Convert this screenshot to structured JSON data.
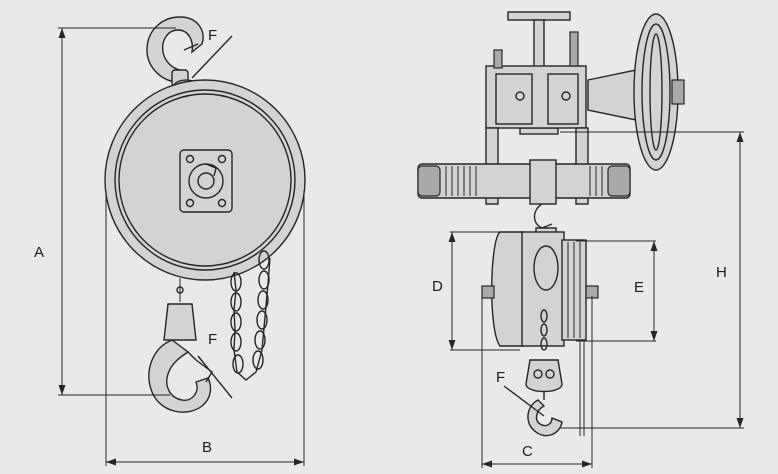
{
  "diagram": {
    "labels": {
      "a": "A",
      "b": "B",
      "c": "C",
      "d": "D",
      "e": "E",
      "f_top": "F",
      "f_bottom": "F",
      "f_right": "F",
      "h": "H"
    },
    "colors": {
      "background": "#e9e9ea",
      "line": "#262626",
      "body_fill": "#d3d3d3",
      "dark_fill": "#a9a9a9"
    }
  }
}
